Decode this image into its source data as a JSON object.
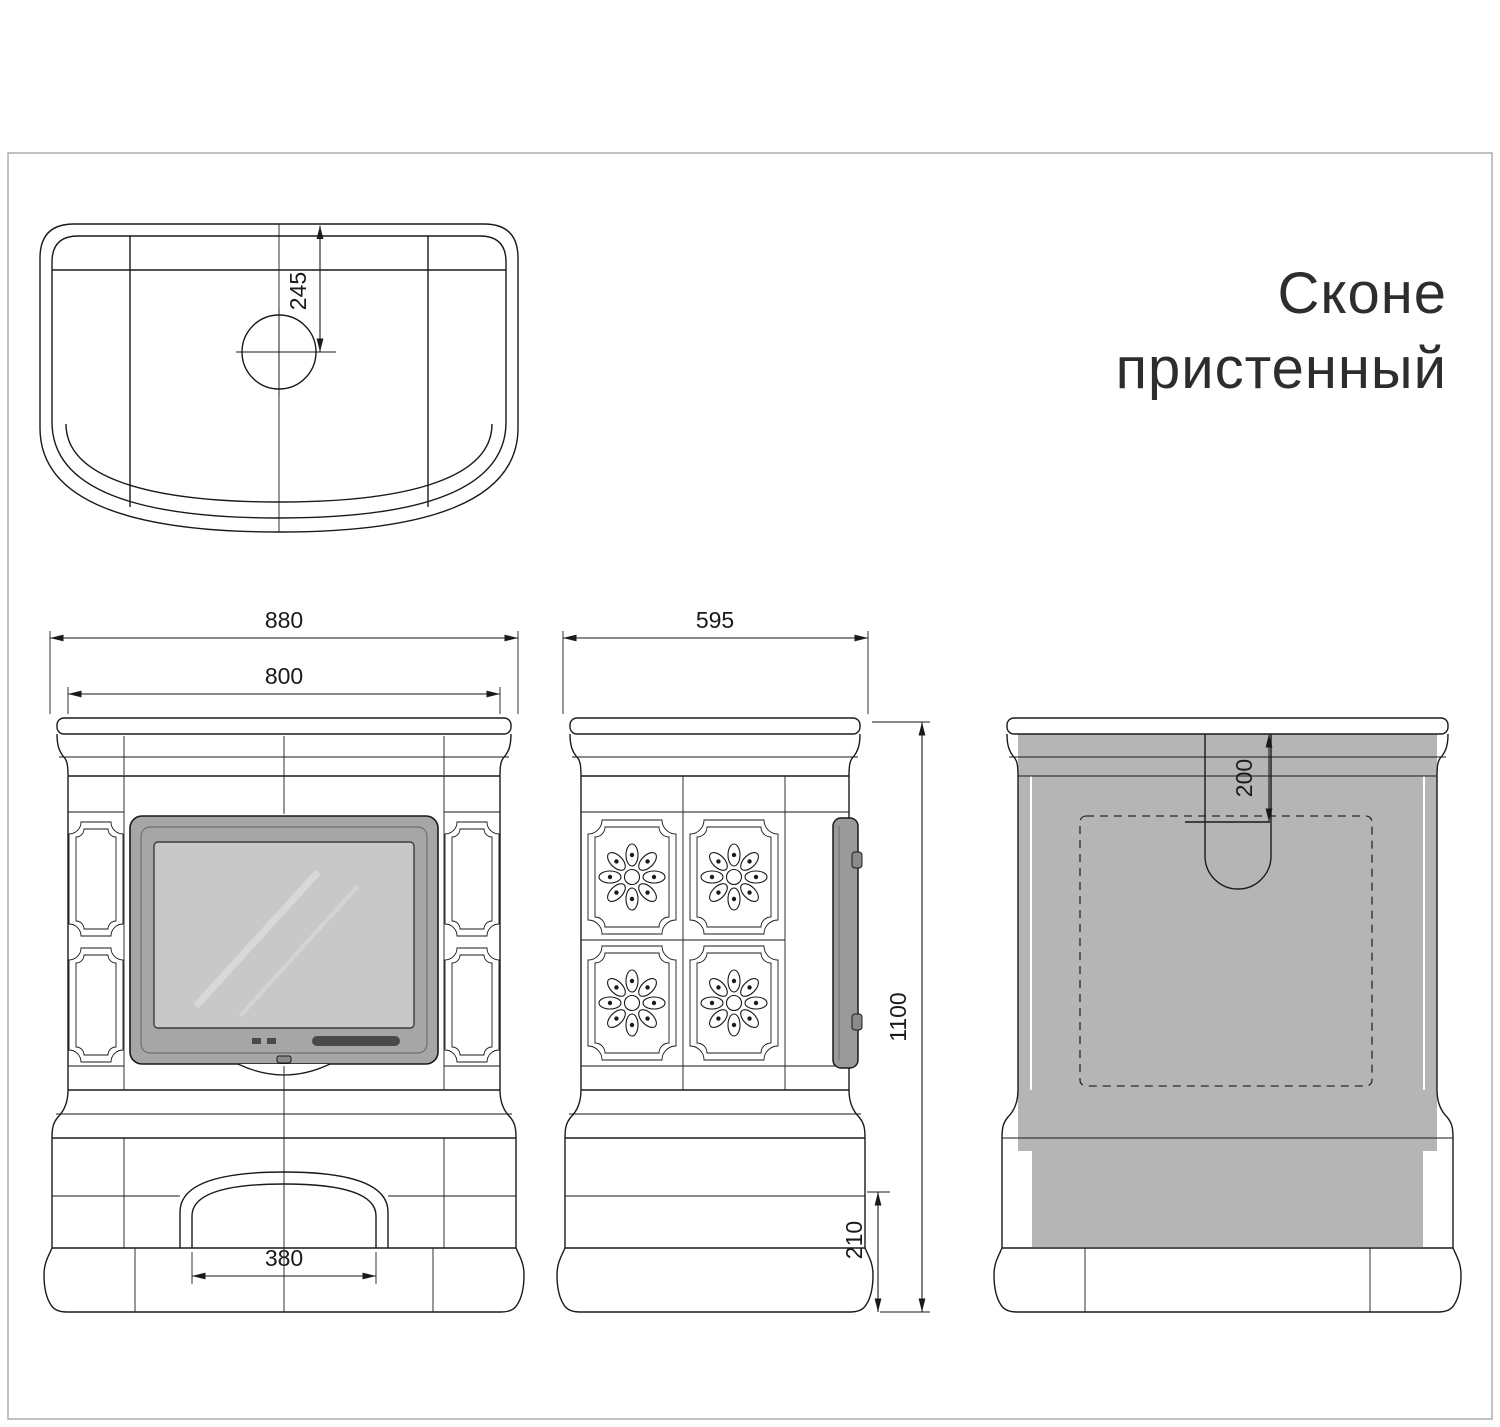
{
  "title": {
    "line1": "Сконе",
    "line2": "пристенный"
  },
  "dims": {
    "top_offset": "245",
    "front_overall": "880",
    "front_body": "800",
    "front_opening": "380",
    "side_depth": "595",
    "height": "1100",
    "plinth": "210",
    "rear_flue": "200"
  },
  "colors": {
    "line": "#1a1a1a",
    "door_frame_gray": "#a6a6a6",
    "door_glass_gray": "#c8c8c8",
    "side_door_gray": "#9a9a9a",
    "rear_shield_gray": "#b5b5b5",
    "background": "#ffffff"
  }
}
